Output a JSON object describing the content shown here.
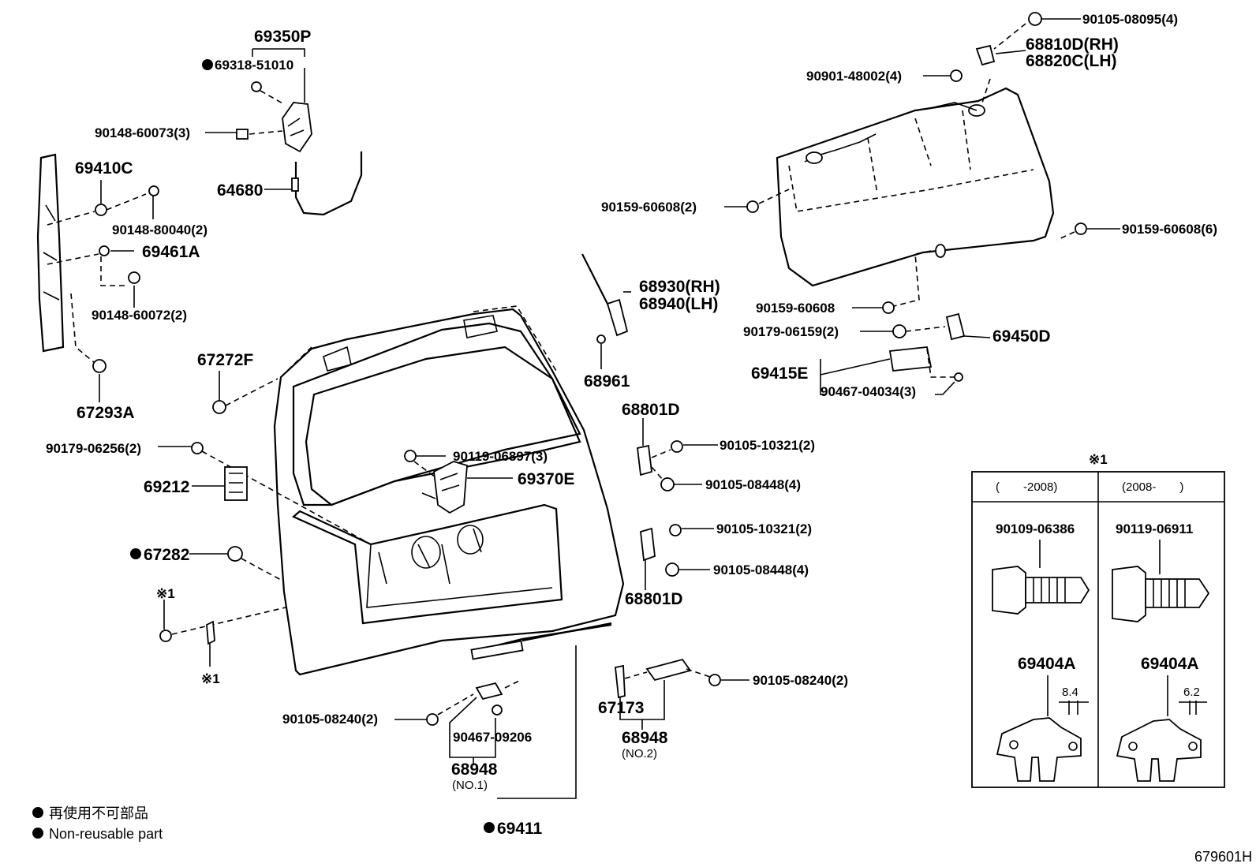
{
  "labels": {
    "p69350P": "69350P",
    "p69318": "69318-51010",
    "p90148_60073": "90148-60073(3)",
    "p64680": "64680",
    "p69410C": "69410C",
    "p90148_80040": "90148-80040(2)",
    "p69461A": "69461A",
    "p90148_60072": "90148-60072(2)",
    "p67293A": "67293A",
    "p67272F": "67272F",
    "p90179_06256": "90179-06256(2)",
    "p69212": "69212",
    "p67282": "67282",
    "ref1_a": "※1",
    "ref1_b": "※1",
    "p90105_08240_left": "90105-08240(2)",
    "p90467_09206": "90467-09206",
    "p68948_no1": "68948",
    "no1": "(NO.1)",
    "p69411": "69411",
    "p90119_06897": "90119-06897(3)",
    "p69370E": "69370E",
    "p68930": "68930(RH)",
    "p68940": "68940(LH)",
    "p68961": "68961",
    "p68801D_top": "68801D",
    "p90105_10321_a": "90105-10321(2)",
    "p90105_08448_a": "90105-08448(4)",
    "p90105_10321_b": "90105-10321(2)",
    "p90105_08448_b": "90105-08448(4)",
    "p68801D_bot": "68801D",
    "p67173": "67173",
    "p68948_no2": "68948",
    "no2": "(NO.2)",
    "p90105_08240_right": "90105-08240(2)",
    "p90105_08095": "90105-08095(4)",
    "p68810D": "68810D(RH)",
    "p68820C": "68820C(LH)",
    "p90901_48002": "90901-48002(4)",
    "p90159_60608_2": "90159-60608(2)",
    "p90159_60608_6": "90159-60608(6)",
    "p90159_60608": "90159-60608",
    "p90179_06159": "90179-06159(2)",
    "p69450D": "69450D",
    "p69415E": "69415E",
    "p90467_04034": "90467-04034(3)"
  },
  "inset": {
    "title": "※1",
    "col1_header": "(　　-2008)",
    "col2_header": "(2008-　　)",
    "col1_part": "90109-06386",
    "col2_part": "90119-06911",
    "col1_hinge": "69404A",
    "col2_hinge": "69404A",
    "col1_dim": "8.4",
    "col2_dim": "6.2"
  },
  "legend": {
    "jp": "再使用不可部品",
    "en": "Non-reusable part"
  },
  "illustration_number": "679601H"
}
